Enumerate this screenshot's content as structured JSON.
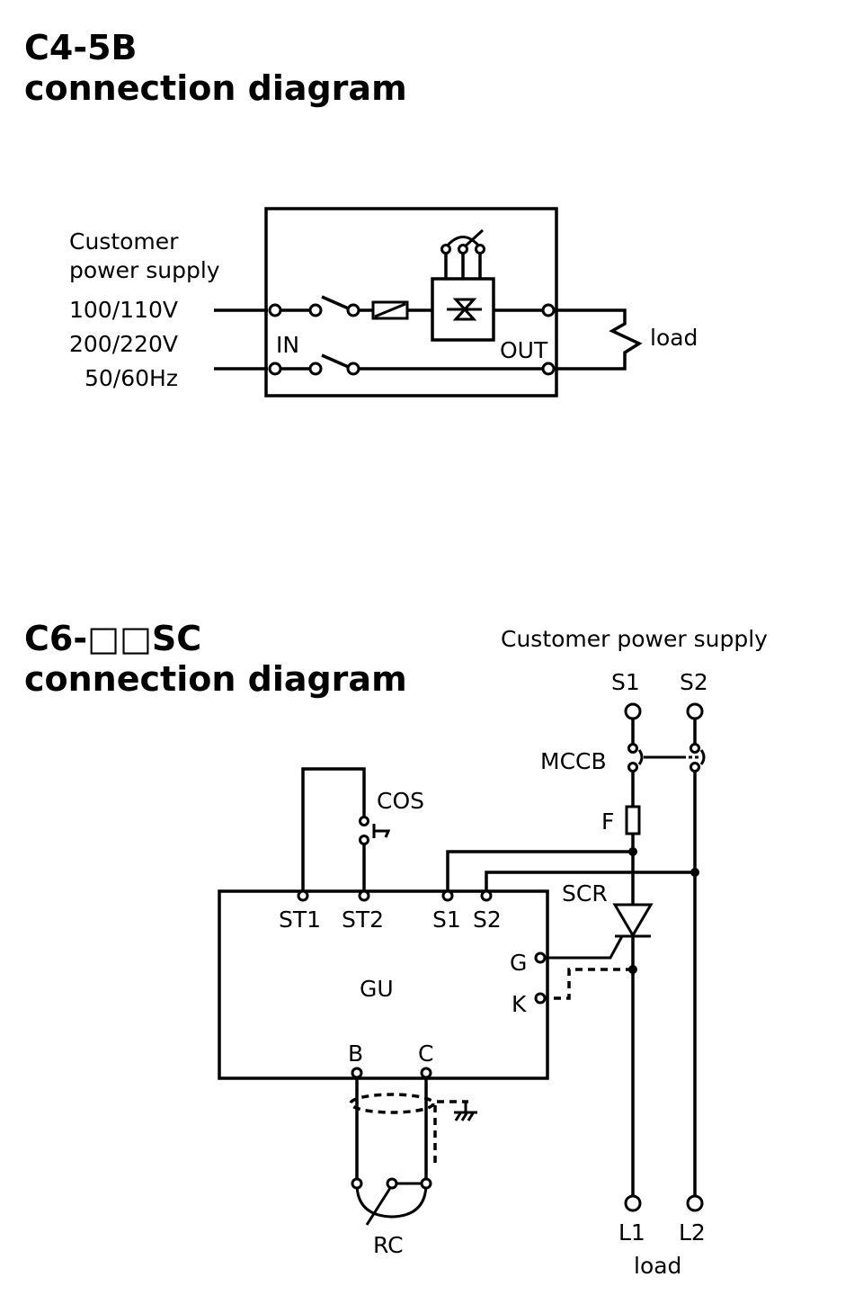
{
  "diagram1": {
    "title_line1": "C4-5B",
    "title_line2": "connection diagram",
    "supply_label_1": "Customer",
    "supply_label_2": "power supply",
    "voltage_1": "100/110V",
    "voltage_2": "200/220V",
    "frequency": "50/60Hz",
    "in_label": "IN",
    "out_label": "OUT",
    "load_label": "load"
  },
  "diagram2": {
    "title_line1": "C6-□□SC",
    "title_line2": "connection diagram",
    "supply_label": "Customer power supply",
    "s1": "S1",
    "s2": "S2",
    "mccb": "MCCB",
    "fuse": "F",
    "scr": "SCR",
    "cos": "COS",
    "gu": "GU",
    "st1": "ST1",
    "st2": "ST2",
    "gu_s1": "S1",
    "gu_s2": "S2",
    "g": "G",
    "k": "K",
    "b": "B",
    "c": "C",
    "rc": "RC",
    "l1": "L1",
    "l2": "L2",
    "load_label": "load"
  }
}
